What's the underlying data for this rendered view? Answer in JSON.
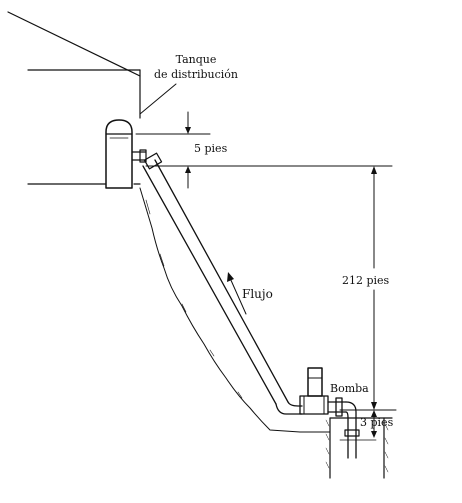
{
  "labels": {
    "tank": [
      "Tanque",
      "de distribución"
    ],
    "tank_water_gap": "5 pies",
    "flow": "Flujo",
    "height": "212 pies",
    "pump": "Bomba",
    "pump_depth": "3 pies"
  },
  "colors": {
    "ink": "#111111",
    "background": "#ffffff"
  }
}
